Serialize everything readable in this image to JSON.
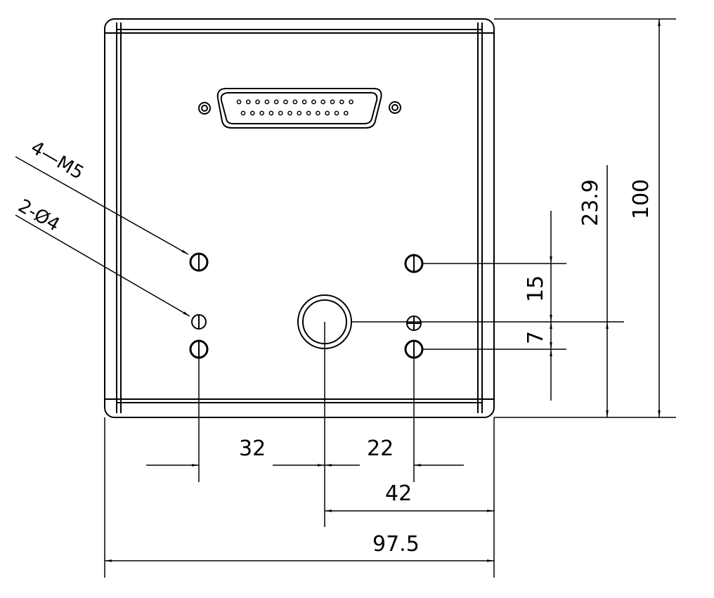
{
  "drawing": {
    "labels": {
      "bolt_holes": "4—M5",
      "pin_holes": "2-Ø4"
    },
    "dimensions": {
      "height_total": "100",
      "height_center": "23.9",
      "vertical_spacing_15": "15",
      "vertical_spacing_7": "7",
      "horizontal_32": "32",
      "horizontal_22": "22",
      "horizontal_42": "42",
      "width_total": "97.5"
    },
    "connector": {
      "type": "D-sub 25-pin",
      "pins_top_row": 13,
      "pins_bottom_row": 12
    },
    "colors": {
      "line": "#000000",
      "background": "#ffffff"
    }
  }
}
